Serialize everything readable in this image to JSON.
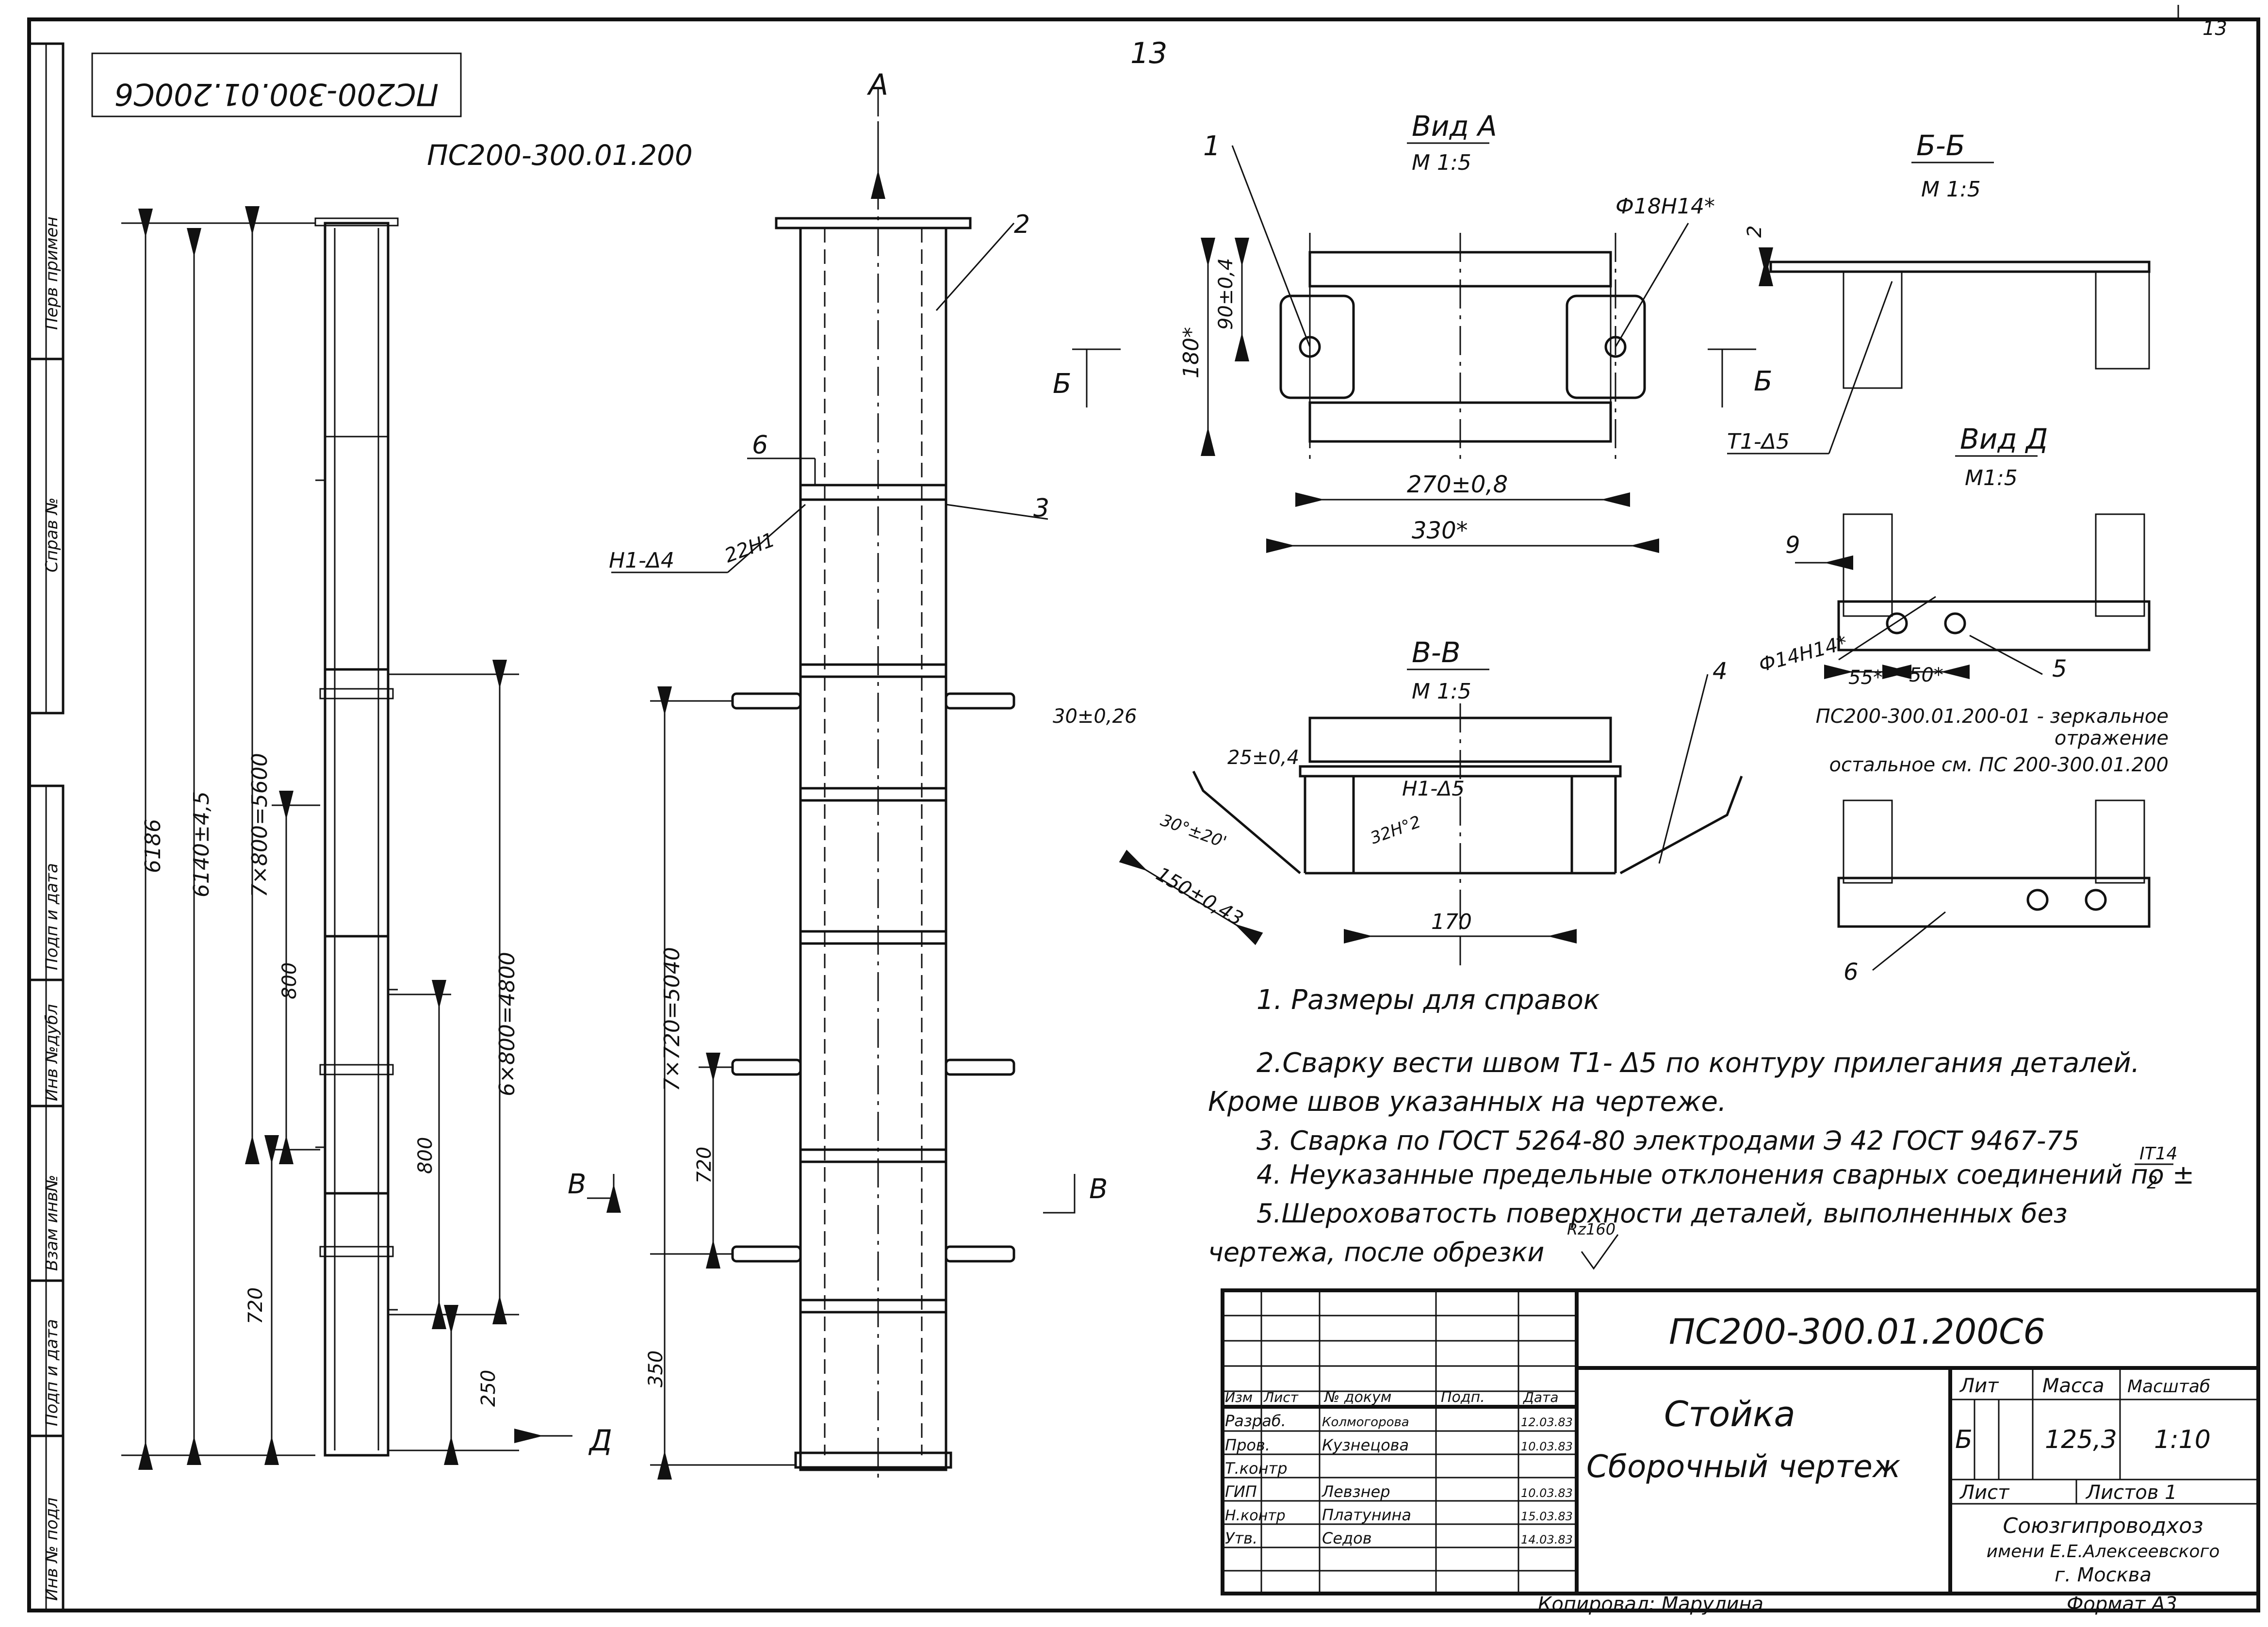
{
  "sheet": {
    "number": "13",
    "page_mark": "13",
    "format": "Формат А3",
    "copied_by": "Копировал: Марулина"
  },
  "mirrored_code": "ПС200-300.01.200С6",
  "top_code": "ПС200-300.01.200",
  "side_stamp": {
    "upper": [
      "Перв примен",
      "Справ №"
    ],
    "lower": [
      "Подп и дата",
      "Инв №дубл",
      "Взам инв№",
      "Подп и дата",
      "Инв № подл"
    ]
  },
  "section_labels": {
    "view_a": "Вид А",
    "view_a_scale": "М 1:5",
    "bb": "Б-Б",
    "bb_scale": "М 1:5",
    "vv": "В-В",
    "vv_scale": "М 1:5",
    "view_d": "Вид Д",
    "view_d_scale": "М1:5",
    "arrow_a": "А",
    "arrow_b1": "Б",
    "arrow_b2": "Б",
    "arrow_v1": "В",
    "arrow_v2": "В",
    "arrow_d": "Д"
  },
  "positions": [
    "1",
    "2",
    "3",
    "4",
    "5",
    "6",
    "6",
    "9"
  ],
  "dimensions": {
    "left_view": [
      "6186",
      "6140±4,5",
      "7×800=5600",
      "800",
      "6×800=4800",
      "800",
      "720",
      "250"
    ],
    "front_view": [
      "7×720=5040",
      "720",
      "350"
    ],
    "view_a": [
      "90±0,4",
      "180*",
      "270±0,8",
      "330*",
      "Ф18Н14*"
    ],
    "bb": [
      "2",
      "Т1-Δ5"
    ],
    "view_d": [
      "Ф14Н14*",
      "55*",
      "50*"
    ],
    "vv": [
      "30±0,26",
      "25±0,4",
      "30°±20'",
      "150±0,43",
      "170",
      "32Н°2",
      "Н1-Δ5"
    ],
    "weld_front": "Н1-Δ4",
    "weld_front_count": "22Н1"
  },
  "mirror_note": [
    "ПС200-300.01.200-01 - зеркальное",
    "отражение",
    "остальное см. ПС 200-300.01.200"
  ],
  "notes": [
    "1. Размеры для справок",
    "2.Сварку вести швом Т1- Δ5 по контуру прилегания деталей.",
    "Кроме швов указанных на чертеже.",
    "3. Сварка по ГОСТ 5264-80 электродами Э 42 ГОСТ 9467-75",
    "4. Неуказанные предельные отклонения сварных соединений по ±",
    "5.Шероховатость поверхности деталей, выполненных без",
    "чертежа, после обрезки"
  ],
  "tolerance_frac": {
    "num": "IT14",
    "den": "2"
  },
  "roughness": "Rz160",
  "title_block": {
    "code": "ПС200-300.01.200С6",
    "title": "Стойка",
    "subtitle": "Сборочный чертеж",
    "header": [
      "Изм",
      "Лист",
      "№ докум",
      "Подп.",
      "Дата"
    ],
    "rows": [
      {
        "role": "Разраб.",
        "name": "Колмогорова",
        "date": "12.03.83"
      },
      {
        "role": "Пров.",
        "name": "Кузнецова",
        "date": "10.03.83"
      },
      {
        "role": "Т.контр",
        "name": "",
        "date": ""
      },
      {
        "role": "ГИП",
        "name": "Левзнер",
        "date": "10.03.83"
      },
      {
        "role": "Н.контр",
        "name": "Платунина",
        "date": "15.03.83"
      },
      {
        "role": "Утв.",
        "name": "Седов",
        "date": "14.03.83"
      }
    ],
    "lit_label": "Лит",
    "mass_label": "Масса",
    "scale_label": "Масштаб",
    "lit": "Б",
    "mass": "125,3",
    "scale": "1:10",
    "sheet_label": "Лист",
    "sheets_label": "Листов 1",
    "org": [
      "Союзгипроводхоз",
      "имени Е.Е.Алексеевского",
      "г. Москва"
    ]
  }
}
